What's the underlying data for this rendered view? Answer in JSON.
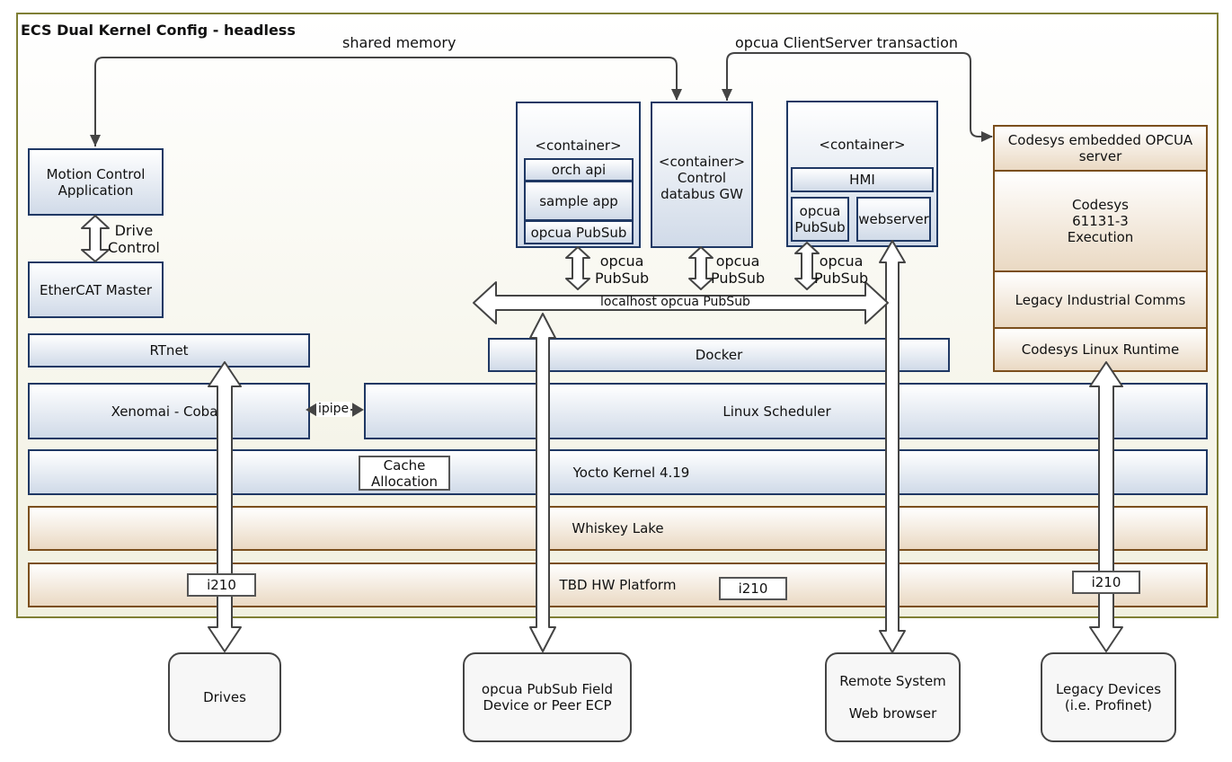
{
  "title": "ECS Dual Kernel Config - headless",
  "edges": {
    "shared_memory": "shared memory",
    "opcua_clientserver": "opcua ClientServer transaction",
    "drive_control": "Drive\nControl",
    "ipipe": "ipipe",
    "opcua_pubsub": "opcua\nPubSub",
    "localhost_pubsub": "localhost opcua PubSub"
  },
  "left_stack": {
    "motion_control": "Motion Control\nApplication",
    "ethercat_master": "EtherCAT Master",
    "rtnet": "RTnet",
    "xenomai": "Xenomai - Coba"
  },
  "containers": {
    "c1": {
      "title": "<container>",
      "items": [
        "orch api",
        "sample app",
        "opcua PubSub"
      ]
    },
    "c2": {
      "title": "<container>\nControl\ndatabus GW"
    },
    "c3": {
      "title": "<container>",
      "hmi": "HMI",
      "opcua_pubsub": "opcua\nPubSub",
      "webserver": "webserver"
    }
  },
  "docker": "Docker",
  "linux_scheduler": "Linux Scheduler",
  "yocto_kernel": "Yocto Kernel 4.19",
  "cache_allocation": "Cache\nAllocation",
  "whiskey_lake": "Whiskey Lake",
  "hw_platform": "TBD HW Platform",
  "nic_labels": [
    "i210",
    "i210",
    "i210"
  ],
  "codesys": {
    "opcua_server": "Codesys embedded OPCUA\nserver",
    "execution": "Codesys\n61131-3\nExecution",
    "legacy_comms": "Legacy Industrial Comms",
    "runtime": "Codesys Linux Runtime"
  },
  "external": {
    "drives": "Drives",
    "field_device": "opcua PubSub Field\nDevice or Peer ECP",
    "remote_system": "Remote System\n\nWeb browser",
    "legacy_devices": "Legacy Devices\n(i.e. Profinet)"
  },
  "colors": {
    "blue_border": "#1f3864",
    "brown_border": "#7b4f1d",
    "frame_border": "#7f7f35",
    "arrow_stroke": "#444444"
  }
}
